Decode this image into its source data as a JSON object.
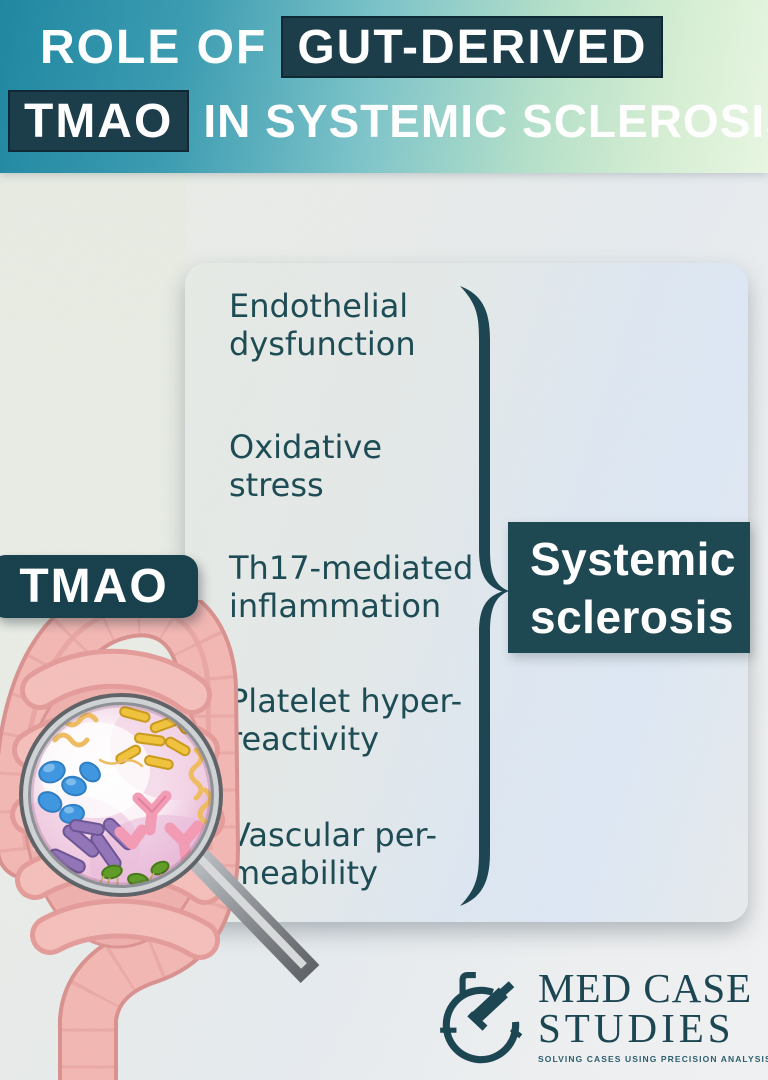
{
  "header": {
    "role_of": "ROLE OF",
    "gut_derived": "GUT-DERIVED",
    "tmao": "TMAO",
    "in_systemic": "IN SYSTEMIC SCLEROSIS"
  },
  "tmao_box": {
    "label": "TMAO"
  },
  "effects": [
    {
      "line1": "Endothelial",
      "line2": "dysfunction"
    },
    {
      "line1": "Oxidative",
      "line2": "stress"
    },
    {
      "line1": "Th17-mediated",
      "line2": "inflammation"
    },
    {
      "line1": "Platelet hyper-",
      "line2": "reactivity"
    },
    {
      "line1": "Vascular per-",
      "line2": "meability"
    }
  ],
  "outcome": {
    "line1": "Systemic",
    "line2": "sclerosis"
  },
  "logo": {
    "line1": "MED CASE",
    "line2": "STUDIES",
    "tagline": "SOLVING CASES USING PRECISION ANALYSIS"
  },
  "colors": {
    "dark_teal_box": "#1b3c49",
    "outcome_box": "#1d4751",
    "list_text": "#1d4b54",
    "header_gradient_start": "#1f86a1",
    "header_gradient_end": "#e8f6e2",
    "panel_blue": "#dde7f3",
    "intestine_pink": "#f2b7b3",
    "logo_teal": "#1b4551"
  }
}
